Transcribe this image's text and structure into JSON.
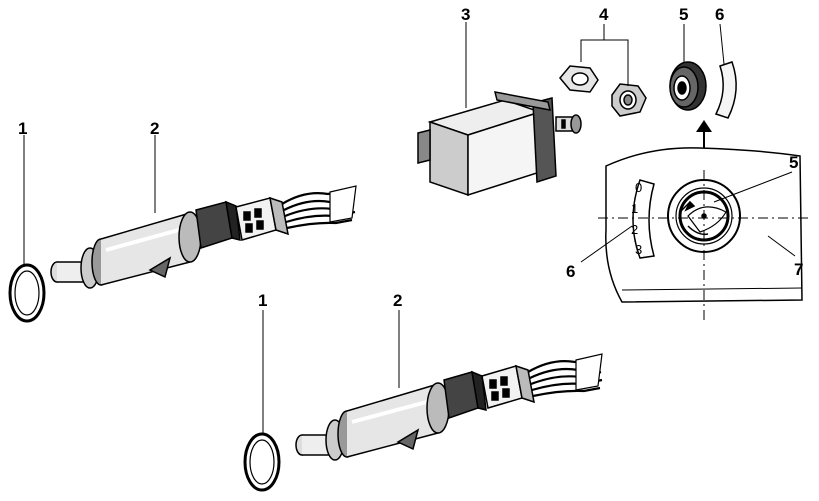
{
  "callouts": {
    "ring_left": "1",
    "switch_left": "2",
    "switch_unit_top": "3",
    "nuts_top": "4",
    "knob_top": "5",
    "scale_top": "6",
    "ring_bottom": "1",
    "switch_bottom": "2",
    "knob_detail": "5",
    "scale_detail": "6",
    "panel_detail": "7"
  },
  "dial_positions": [
    "0",
    "1",
    "2",
    "3"
  ]
}
